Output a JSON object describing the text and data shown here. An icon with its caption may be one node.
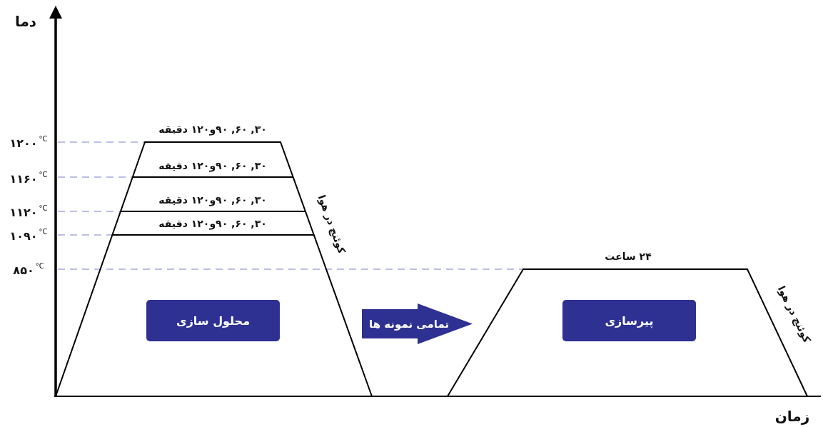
{
  "diagram": {
    "nodes": [
      {
        "text": [
          "محلول سازی"
        ]
      },
      {
        "text": [
          "تمامی نمونه ها"
        ]
      },
      {
        "text": [
          "پیرسازی"
        ]
      }
    ],
    "labels": [
      "دما",
      "۱۲۰۰$^{°C}$",
      "۳۰, ۶۰, ۹۰و۱۲۰ دقیقه",
      "۱۱۶۰$^{°C}$",
      "۳۰, ۶۰, ۹۰و۱۲۰ دقیقه",
      "۱۱۲۰$^{°C}$",
      "۳۰, ۶۰, ۹۰و۱۲۰ دقیقه",
      "۱۰۹۰$^{°C}$",
      "۳۰, ۶۰, ۹۰و۱۲۰ دقیقه",
      "کوئنچ در هوا",
      "۸۵۰$^{°C}$",
      "۲۴ ساعت",
      "کوئنچ در هوا",
      "زمان"
    ]
  }
}
